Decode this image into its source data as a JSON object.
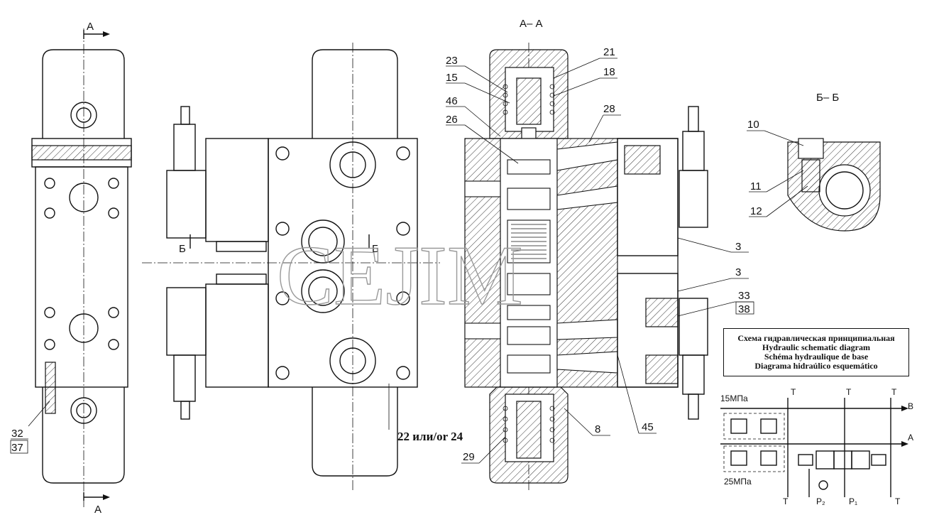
{
  "section_labels": {
    "aa_top": "А– А",
    "bb_top": "Б– Б",
    "a_arrow_top": "А",
    "a_arrow_bottom": "А",
    "b_left": "Б",
    "b_right": "Б"
  },
  "part_labels": {
    "p21": "21",
    "p18": "18",
    "p23": "23",
    "p15": "15",
    "p46": "46",
    "p26": "26",
    "p28": "28",
    "p10": "10",
    "p11": "11",
    "p12": "12",
    "p3a": "3",
    "p3b": "3",
    "p33": "33",
    "p38": "38",
    "p32": "32",
    "p37": "37",
    "p8": "8",
    "p45": "45",
    "p29": "29",
    "p22_24": "22 или/or 24"
  },
  "watermark": "CEJIM",
  "scheme_title": {
    "ru": "Схема гидравлическая принципиальная",
    "en": "Hydraulic schematic diagram",
    "fr": "Schéma hydraulique de base",
    "es": "Diagrama hidraúlico esquemático"
  },
  "schematic": {
    "pressure_top": "15МПа",
    "pressure_bottom": "25МПа",
    "port_t1": "T",
    "port_t2": "T",
    "port_t3": "T",
    "port_t4": "T",
    "port_t5": "T",
    "port_b": "B",
    "port_a": "A",
    "port_p2": "P₂",
    "port_p1": "P₁"
  }
}
